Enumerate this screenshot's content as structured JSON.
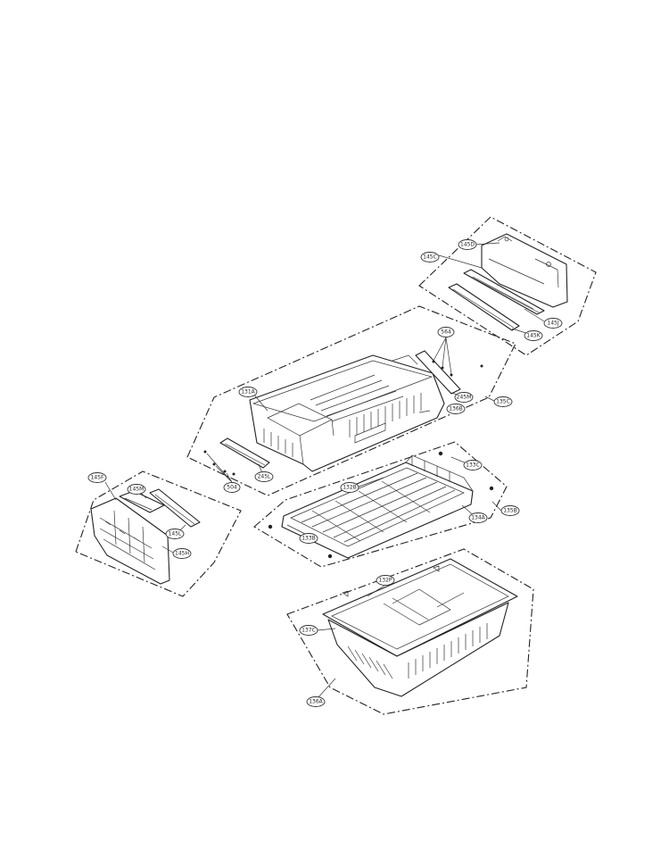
{
  "labels": {
    "l145C": "145C",
    "l145D": "145D",
    "l145J": "145J",
    "l145K": "145K",
    "l564a": "564",
    "l245M": "245M",
    "l135C": "135C",
    "l136B": "136B",
    "l131A": "131A",
    "l504": "504",
    "l245L": "245L",
    "l133C": "133C",
    "l132B": "132B",
    "l134A": "134A",
    "l135B": "135B",
    "l133B": "133B",
    "l145F": "145F",
    "l145M": "145M",
    "l145L": "145L",
    "l145H": "145H",
    "l132P": "132P",
    "l137C": "137C",
    "l136A": "136A"
  }
}
